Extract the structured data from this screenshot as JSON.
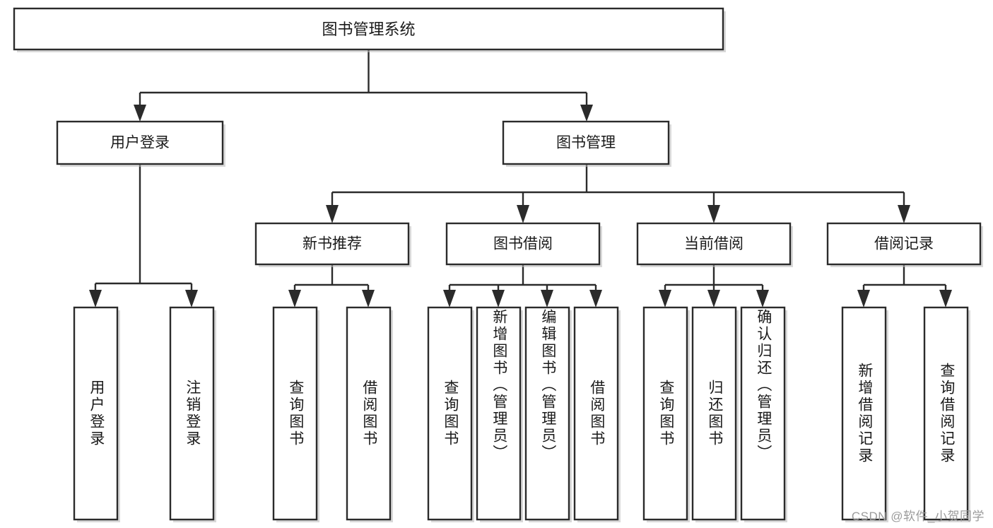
{
  "diagram": {
    "type": "tree-hierarchy",
    "title": "图书管理系统",
    "watermark": "CSDN @软件_小贺同学",
    "colors": {
      "stroke": "#2b2b2b",
      "fill": "#ffffff",
      "text": "#1a1a1a",
      "shadow": "#b9b9b9",
      "watermark": "#9b9b9b"
    },
    "levels": {
      "root": {
        "label": "图书管理系统"
      },
      "level2": [
        {
          "id": "user-login",
          "label": "用户登录"
        },
        {
          "id": "book-management",
          "label": "图书管理"
        }
      ],
      "level3": [
        {
          "id": "new-book-recommend",
          "label": "新书推荐",
          "parent": "book-management"
        },
        {
          "id": "book-borrow",
          "label": "图书借阅",
          "parent": "book-management"
        },
        {
          "id": "current-borrow",
          "label": "当前借阅",
          "parent": "book-management"
        },
        {
          "id": "borrow-record",
          "label": "借阅记录",
          "parent": "book-management"
        }
      ],
      "leaves": [
        {
          "id": "leaf-user-login",
          "label": "用户登录",
          "parent": "user-login"
        },
        {
          "id": "leaf-logout-login",
          "label": "注销登录",
          "parent": "user-login"
        },
        {
          "id": "leaf-query-book-1",
          "label": "查询图书",
          "parent": "new-book-recommend"
        },
        {
          "id": "leaf-borrow-book-1",
          "label": "借阅图书",
          "parent": "new-book-recommend"
        },
        {
          "id": "leaf-query-book-2",
          "label": "查询图书",
          "parent": "book-borrow"
        },
        {
          "id": "leaf-add-book",
          "label": "新增图书（管理员）",
          "parent": "book-borrow"
        },
        {
          "id": "leaf-edit-book",
          "label": "编辑图书（管理员）",
          "parent": "book-borrow"
        },
        {
          "id": "leaf-borrow-book-2",
          "label": "借阅图书",
          "parent": "book-borrow"
        },
        {
          "id": "leaf-query-book-3",
          "label": "查询图书",
          "parent": "current-borrow"
        },
        {
          "id": "leaf-return-book",
          "label": "归还图书",
          "parent": "current-borrow"
        },
        {
          "id": "leaf-confirm-return",
          "label": "确认归还（管理员）",
          "parent": "current-borrow"
        },
        {
          "id": "leaf-add-record",
          "label": "新增借阅记录",
          "parent": "borrow-record"
        },
        {
          "id": "leaf-query-record",
          "label": "查询借阅记录",
          "parent": "borrow-record"
        }
      ]
    }
  }
}
